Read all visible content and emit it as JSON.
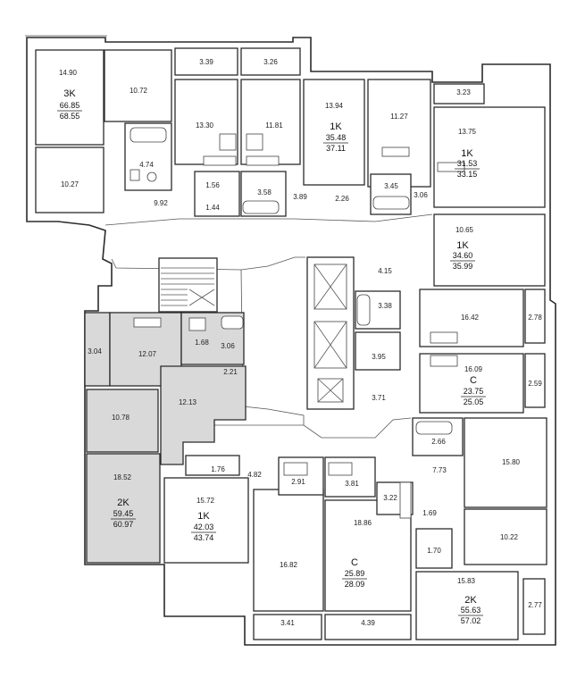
{
  "colors": {
    "walls": "#2b2b2b",
    "highlight": "#d9d9d9",
    "background": "#ffffff"
  },
  "apartments": [
    {
      "id": "apt-3k-nw",
      "type": "3K",
      "living": "66.85",
      "total": "68.55"
    },
    {
      "id": "apt-1k-north",
      "type": "1K",
      "living": "35.48",
      "total": "37.11"
    },
    {
      "id": "apt-1k-ne",
      "type": "1K",
      "living": "31.53",
      "total": "33.15"
    },
    {
      "id": "apt-1k-east",
      "type": "1K",
      "living": "34.60",
      "total": "35.99"
    },
    {
      "id": "apt-c-east",
      "type": "C",
      "living": "23.75",
      "total": "25.05"
    },
    {
      "id": "apt-2k-west",
      "type": "2K",
      "living": "59.45",
      "total": "60.97"
    },
    {
      "id": "apt-1k-south",
      "type": "1K",
      "living": "42.03",
      "total": "43.74"
    },
    {
      "id": "apt-c-south",
      "type": "C",
      "living": "25.89",
      "total": "28.09"
    },
    {
      "id": "apt-2k-se",
      "type": "2K",
      "living": "55.63",
      "total": "57.02"
    }
  ],
  "room_areas": [
    "14.90",
    "10.72",
    "3.39",
    "3.26",
    "13.30",
    "11.81",
    "13.94",
    "11.27",
    "3.23",
    "13.75",
    "4.74",
    "10.27",
    "9.92",
    "1.56",
    "1.44",
    "3.58",
    "3.89",
    "2.26",
    "3.45",
    "3.06",
    "10.65",
    "4.15",
    "3.38",
    "16.42",
    "2.78",
    "3.04",
    "12.07",
    "1.68",
    "3.06",
    "2.21",
    "3.95",
    "16.09",
    "2.59",
    "12.13",
    "10.78",
    "3.71",
    "2.66",
    "7.73",
    "15.80",
    "18.52",
    "1.76",
    "4.82",
    "2.91",
    "3.81",
    "3.22",
    "15.72",
    "1.69",
    "1.70",
    "10.22",
    "18.86",
    "16.82",
    "15.83",
    "2.77",
    "3.41",
    "4.39"
  ]
}
